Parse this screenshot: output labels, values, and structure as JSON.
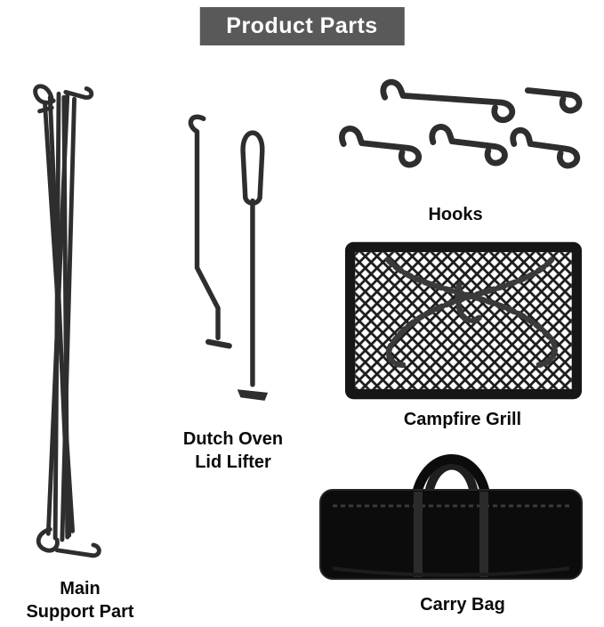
{
  "title": {
    "text": "Product Parts"
  },
  "labels": {
    "main_support": [
      "Main",
      "Support Part"
    ],
    "lid_lifter": [
      "Dutch Oven",
      "Lid Lifter"
    ],
    "hooks": "Hooks",
    "grill": "Campfire Grill",
    "bag": "Carry Bag"
  },
  "parts": [
    {
      "name": "main-support-part",
      "icon": "folded-poles-icon"
    },
    {
      "name": "dutch-oven-lid-lifter",
      "icon": "lid-lifter-tools-icon"
    },
    {
      "name": "hooks",
      "icon": "s-hooks-icon"
    },
    {
      "name": "campfire-grill",
      "icon": "mesh-grill-with-chain-icon"
    },
    {
      "name": "carry-bag",
      "icon": "duffel-bag-icon"
    }
  ],
  "colors": {
    "banner_bg": "#595959",
    "banner_text": "#ffffff",
    "metal": "#2e2e2e",
    "grill_fill": "#161616",
    "bag_fill": "#0c0c0c",
    "label_text": "#0a0a0a",
    "page_bg": "#ffffff"
  }
}
